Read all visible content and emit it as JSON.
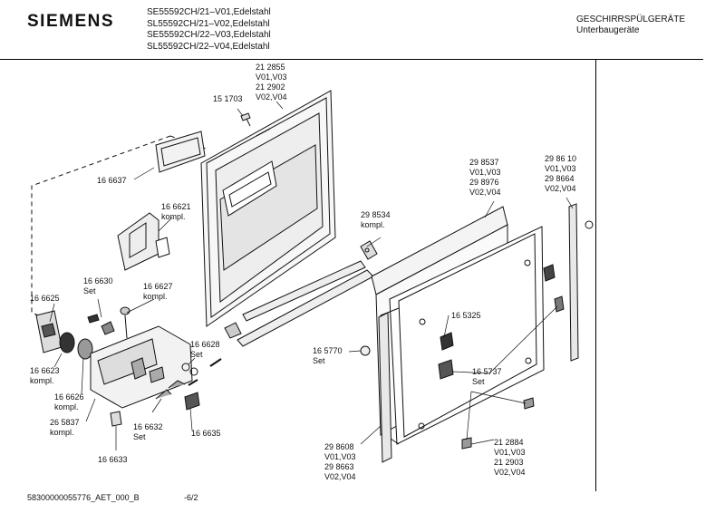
{
  "header": {
    "brand": "SIEMENS",
    "models": [
      "SE55592CH/21–V01,Edelstahl",
      "SL55592CH/21–V02,Edelstahl",
      "SE55592CH/22–V03,Edelstahl",
      "SL55592CH/22–V04,Edelstahl"
    ],
    "category_line1": "GESCHIRRSPÜLGERÄTE",
    "category_line2": "Unterbaugeräte"
  },
  "parts": {
    "p_212855": [
      "21 2855",
      "V01,V03",
      "21 2902",
      "V02,V04"
    ],
    "p_151703": [
      "15 1703"
    ],
    "p_166637": [
      "16 6637"
    ],
    "p_166621": [
      "16 6621",
      "kompl."
    ],
    "p_298534": [
      "29 8534",
      "kompl."
    ],
    "p_298537": [
      "29 8537",
      "V01,V03",
      "29 8976",
      "V02,V04"
    ],
    "p_298610": [
      "29 86 10",
      "V01,V03",
      "29 8664",
      "V02,V04"
    ],
    "p_166630": [
      "16 6630",
      "Set"
    ],
    "p_166627": [
      "16 6627",
      "kompl."
    ],
    "p_166625": [
      "16 6625"
    ],
    "p_166623": [
      "16 6623",
      "kompl."
    ],
    "p_166626": [
      "16 6626",
      "kompl."
    ],
    "p_265837": [
      "26 5837",
      "kompl."
    ],
    "p_166628": [
      "16 6628",
      "Set"
    ],
    "p_166632": [
      "16 6632",
      "Set"
    ],
    "p_166635": [
      "16 6635"
    ],
    "p_166633": [
      "16 6633"
    ],
    "p_165325": [
      "16 5325"
    ],
    "p_165770": [
      "16 5770",
      "Set"
    ],
    "p_165737": [
      "16 5737",
      "Set"
    ],
    "p_298608": [
      "29 8608",
      "V01,V03",
      "29 8663",
      "V02,V04"
    ],
    "p_212884": [
      "21 2884",
      "V01,V03",
      "21 2903",
      "V02,V04"
    ]
  },
  "footer": {
    "doc_id": "58300000055776_AET_000_B",
    "page": "-6/2"
  }
}
